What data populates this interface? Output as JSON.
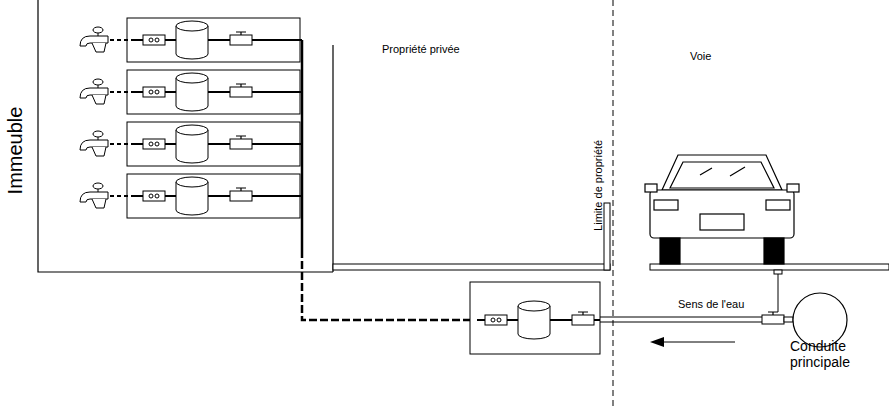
{
  "diagram": {
    "labels": [
      "Immeuble",
      "Propriété privée",
      "Limite de propriété",
      "Voie",
      "Sens de l'eau",
      "Conduite principale"
    ]
  }
}
